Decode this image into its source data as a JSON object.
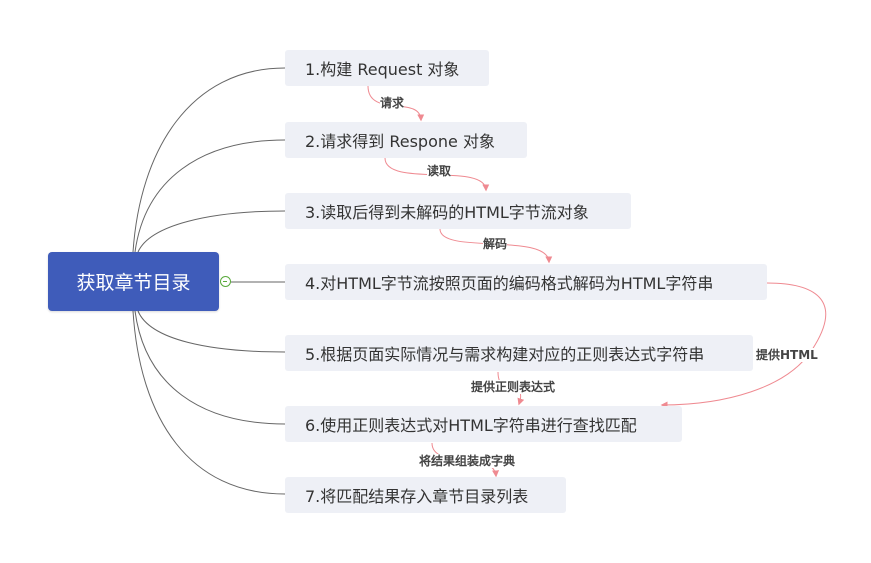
{
  "root": {
    "label": "获取章节目录"
  },
  "steps": [
    {
      "label": "1.构建 Request 对象"
    },
    {
      "label": "2.请求得到 Respone 对象"
    },
    {
      "label": "3.读取后得到未解码的HTML字节流对象"
    },
    {
      "label": "4.对HTML字节流按照页面的编码格式解码为HTML字符串"
    },
    {
      "label": "5.根据页面实际情况与需求构建对应的正则表达式字符串"
    },
    {
      "label": "6.使用正则表达式对HTML字符串进行查找匹配"
    },
    {
      "label": "7.将匹配结果存入章节目录列表"
    }
  ],
  "relations": [
    {
      "label": "请求"
    },
    {
      "label": "读取"
    },
    {
      "label": "解码"
    },
    {
      "label": "提供HTML"
    },
    {
      "label": "提供正则表达式"
    },
    {
      "label": "将结果组装成字典"
    }
  ],
  "colors": {
    "root": "#3f5cba",
    "node": "#eef0f6",
    "branch": "#666666",
    "relation": "#ef8a91",
    "collapse": "#5aaa3c"
  }
}
